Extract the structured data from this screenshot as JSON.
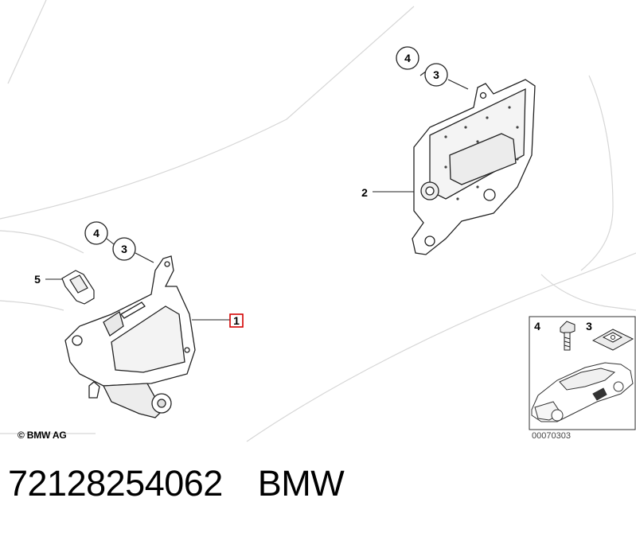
{
  "diagram": {
    "callouts": {
      "upper_4": "4",
      "upper_3": "3",
      "upper_2": "2",
      "left_4": "4",
      "left_3": "3",
      "left_5": "5",
      "left_1": "1",
      "inset_4": "4",
      "inset_3": "3"
    },
    "copyright": "© BMW AG",
    "reference_number": "00070303",
    "highlight_color": "#d40000"
  },
  "footer": {
    "part_number": "72128254062",
    "brand": "BMW"
  }
}
